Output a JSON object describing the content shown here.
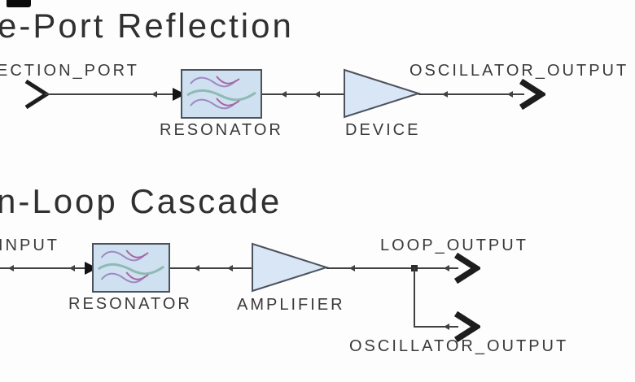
{
  "colors": {
    "box_fill": "#cfe0f0",
    "box_border": "#4c525c",
    "triangle_fill": "#d8e6f5",
    "wire": "#3f4042",
    "text": "#3a3a3a",
    "wave_purple": "#9d8ac2",
    "wave_cross": "#a864a0",
    "wave_teal": "#8fbab4"
  },
  "diagram1": {
    "title": "e-Port Reflection",
    "port_label": "ECTION_PORT",
    "resonator_label": "RESONATOR",
    "device_label": "DEVICE",
    "output_label": "OSCILLATOR_OUTPUT"
  },
  "diagram2": {
    "title": "n-Loop Cascade",
    "input_label": "INPUT",
    "resonator_label": "RESONATOR",
    "amplifier_label": "AMPLIFIER",
    "loop_output_label": "LOOP_OUTPUT",
    "oscillator_output_label": "OSCILLATOR_OUTPUT"
  }
}
